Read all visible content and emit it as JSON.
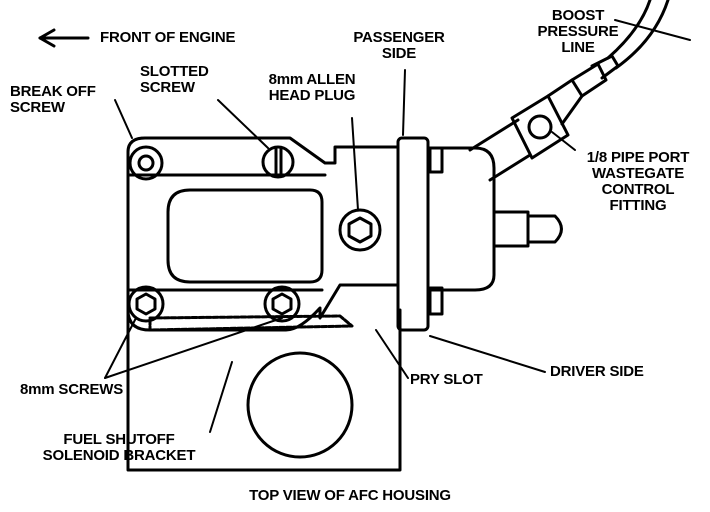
{
  "labels": {
    "front_of_engine": "FRONT OF ENGINE",
    "passenger_side": [
      "PASSENGER",
      "SIDE"
    ],
    "boost_pressure_line": [
      "BOOST",
      "PRESSURE",
      "LINE"
    ],
    "break_off_screw": [
      "BREAK OFF",
      "SCREW"
    ],
    "slotted_screw": [
      "SLOTTED",
      "SCREW"
    ],
    "allen_head_plug": [
      "8mm ALLEN",
      "HEAD PLUG"
    ],
    "pipe_port_fitting": [
      "1/8 PIPE PORT",
      "WASTEGATE",
      "CONTROL",
      "FITTING"
    ],
    "driver_side": "DRIVER SIDE",
    "mm_screws": "8mm SCREWS",
    "pry_slot": "PRY SLOT",
    "fuel_shutoff_bracket": [
      "FUEL SHUTOFF",
      "SOLENOID BRACKET"
    ]
  },
  "caption": "TOP VIEW OF AFC HOUSING",
  "icons": {
    "direction_arrow": "arrow-left-icon"
  }
}
